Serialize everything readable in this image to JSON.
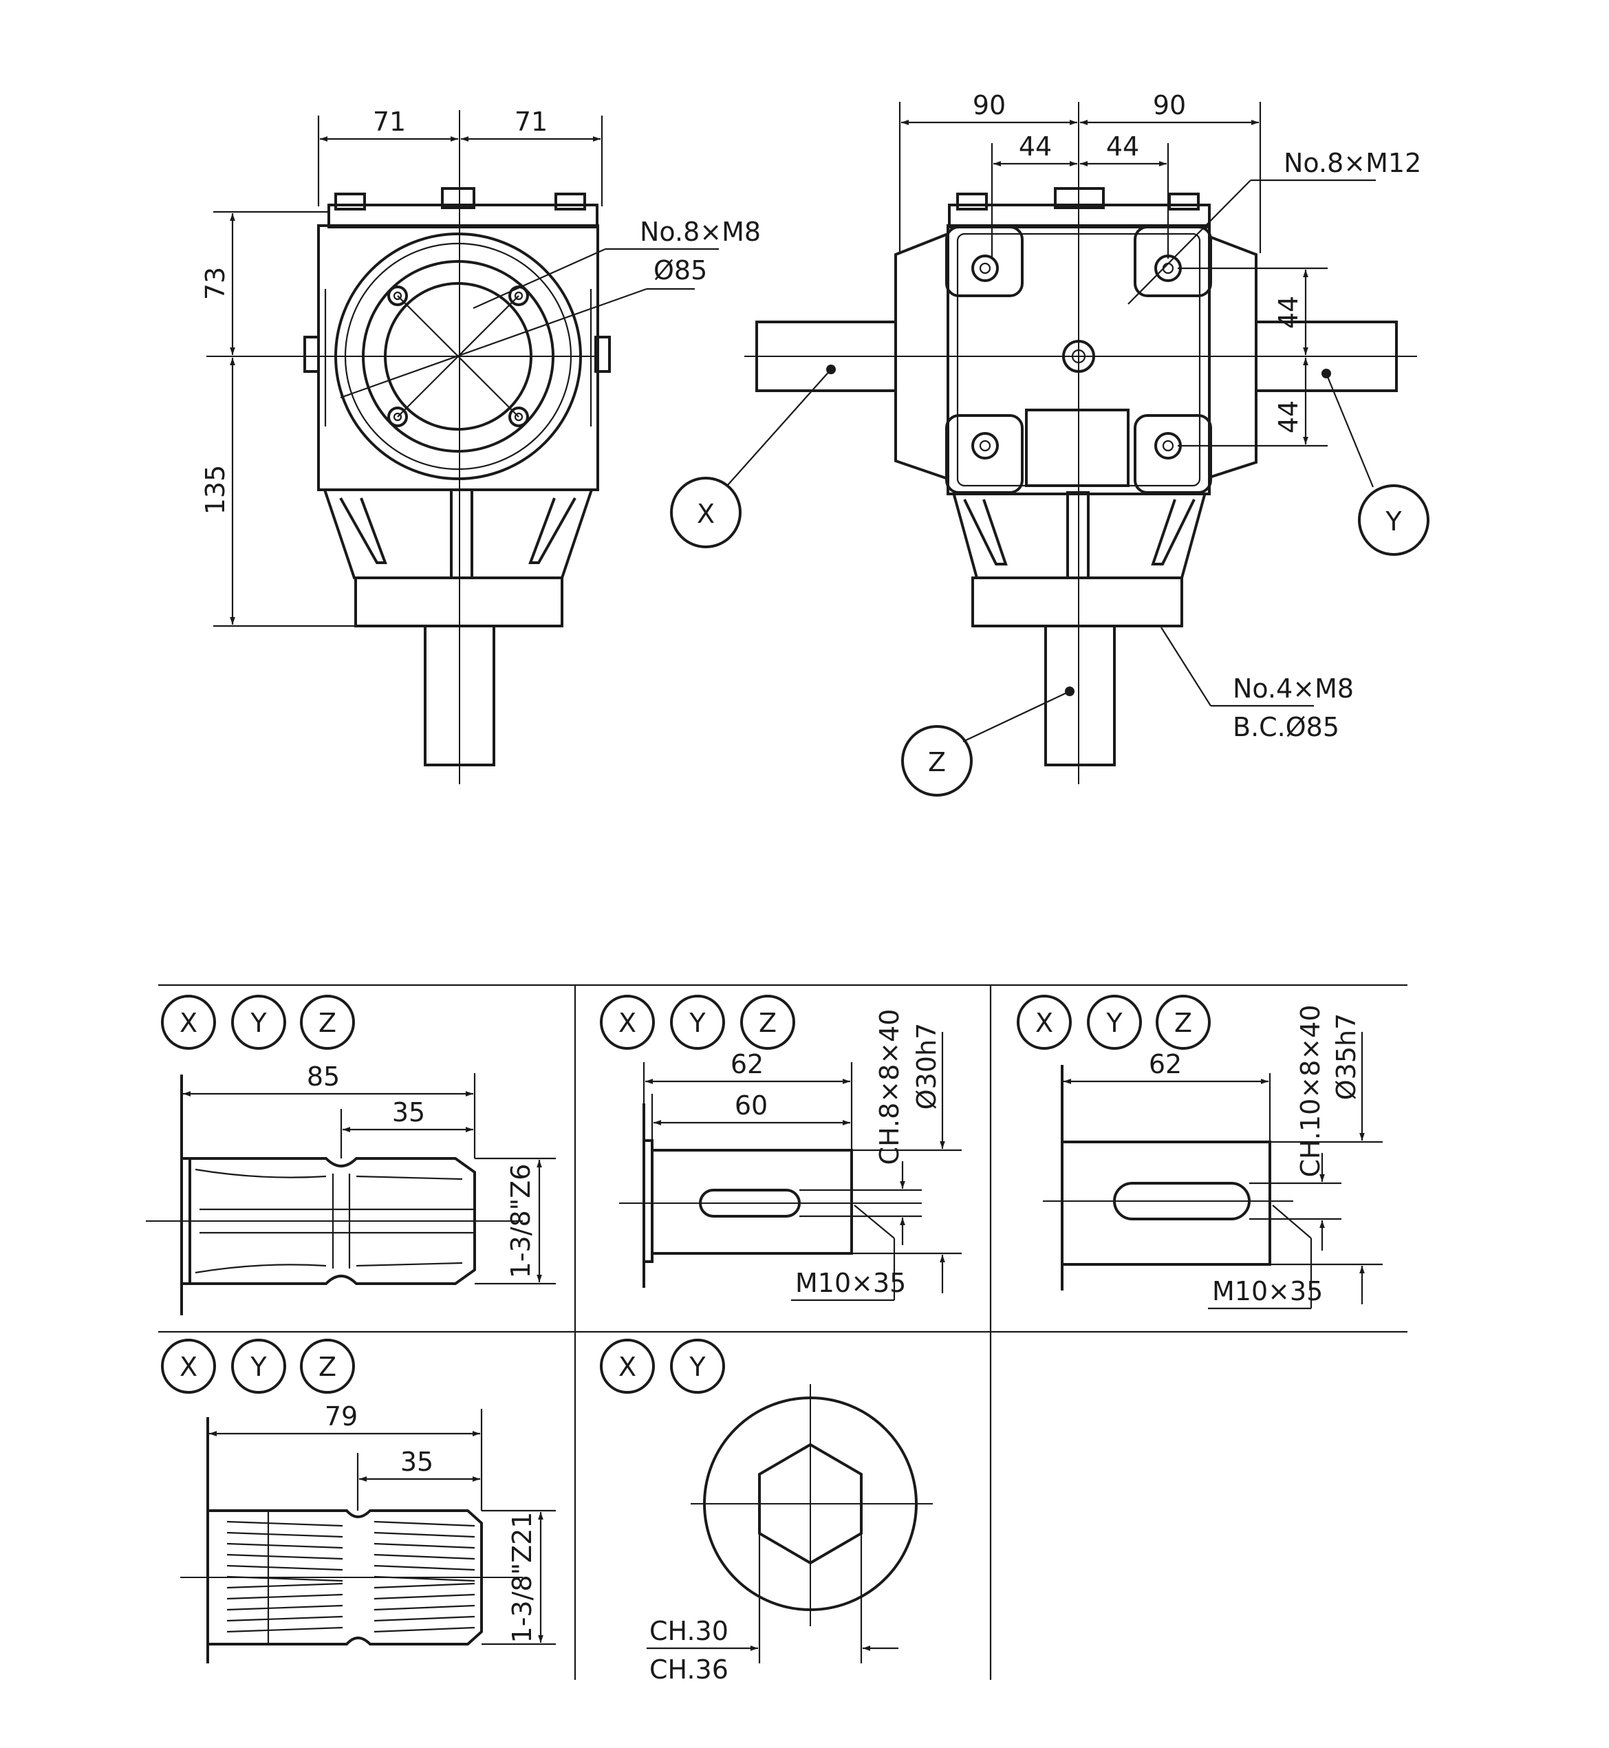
{
  "front_view": {
    "dim_left_half": "71",
    "dim_right_half": "71",
    "dim_upper_height": "73",
    "dim_lower_height": "135",
    "callout_flange_holes": "No.8×M8",
    "callout_flange_diameter": "Ø85"
  },
  "side_view": {
    "dim_left_outer": "90",
    "dim_right_outer": "90",
    "dim_left_inner": "44",
    "dim_right_inner": "44",
    "dim_upper_vertical": "44",
    "dim_lower_vertical": "44",
    "callout_side_holes": "No.8×M12",
    "callout_bottom_holes": "No.4×M8",
    "callout_bolt_circle": "B.C.Ø85",
    "shaft_labels": {
      "x": "X",
      "y": "Y",
      "z": "Z"
    }
  },
  "shaft_options": [
    {
      "labels": [
        "X",
        "Y",
        "Z"
      ],
      "dim_total": "85",
      "dim_partial": "35",
      "spline": "1-3/8\"Z6"
    },
    {
      "labels": [
        "X",
        "Y",
        "Z"
      ],
      "dim_total": "62",
      "dim_partial": "60",
      "key": "CH.8×8×40",
      "diameter": "Ø30h7",
      "thread": "M10×35"
    },
    {
      "labels": [
        "X",
        "Y",
        "Z"
      ],
      "dim_total": "62",
      "key": "CH.10×8×40",
      "diameter": "Ø35h7",
      "thread": "M10×35"
    },
    {
      "labels": [
        "X",
        "Y",
        "Z"
      ],
      "dim_total": "79",
      "dim_partial": "35",
      "spline": "1-3/8\"Z21"
    },
    {
      "labels": [
        "X",
        "Y"
      ],
      "hex_size_1": "CH.30",
      "hex_size_2": "CH.36"
    }
  ]
}
